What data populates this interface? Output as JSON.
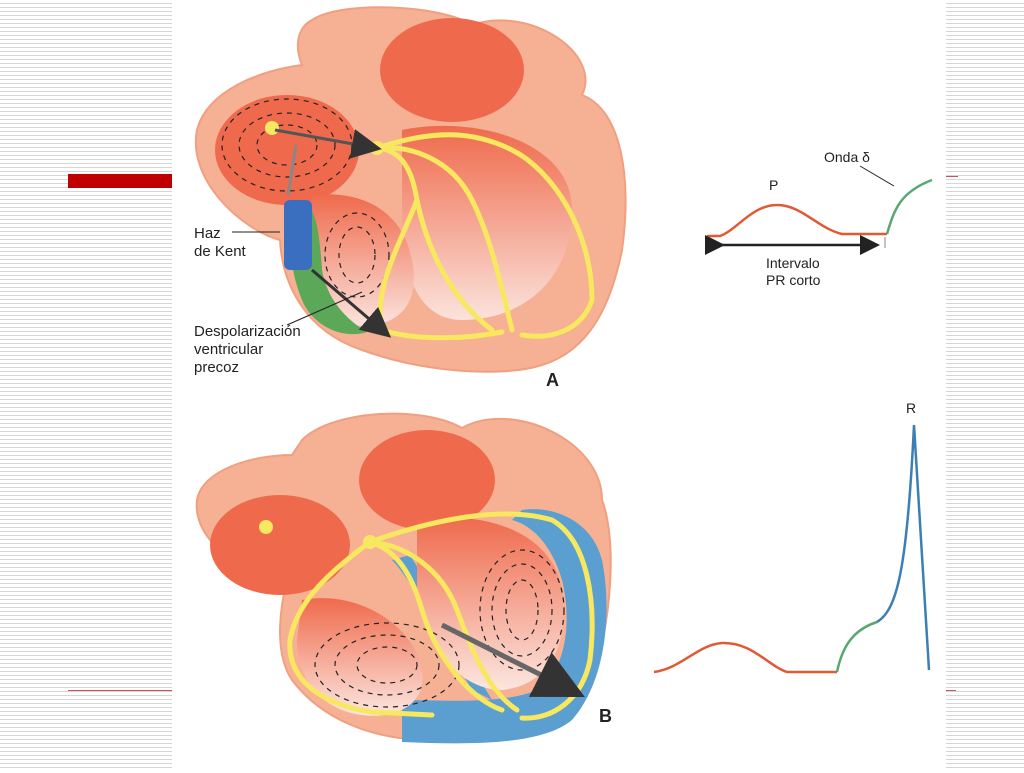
{
  "panel_a": {
    "label": "A",
    "kent_label_line1": "Haz",
    "kent_label_line2": "de Kent",
    "depol_line1": "Despolarización",
    "depol_line2": "ventricular",
    "depol_line3": "precoz"
  },
  "ecg_a": {
    "p_label": "P",
    "delta_label": "Onda δ",
    "interval_line1": "Intervalo",
    "interval_line2": "PR corto"
  },
  "panel_b": {
    "label": "B"
  },
  "ecg_b": {
    "r_label": "R"
  },
  "colors": {
    "heart_outer": "#f6b094",
    "chamber_red": "#ef6a4c",
    "conduction_yellow": "#f7e860",
    "preexcite_green": "#5aa858",
    "depol_blue": "#5b9fd0",
    "ecg_red": "#e05a34",
    "ecg_green": "#5aa870",
    "ecg_blue": "#3c7fb5",
    "accent_red": "#c00000"
  }
}
